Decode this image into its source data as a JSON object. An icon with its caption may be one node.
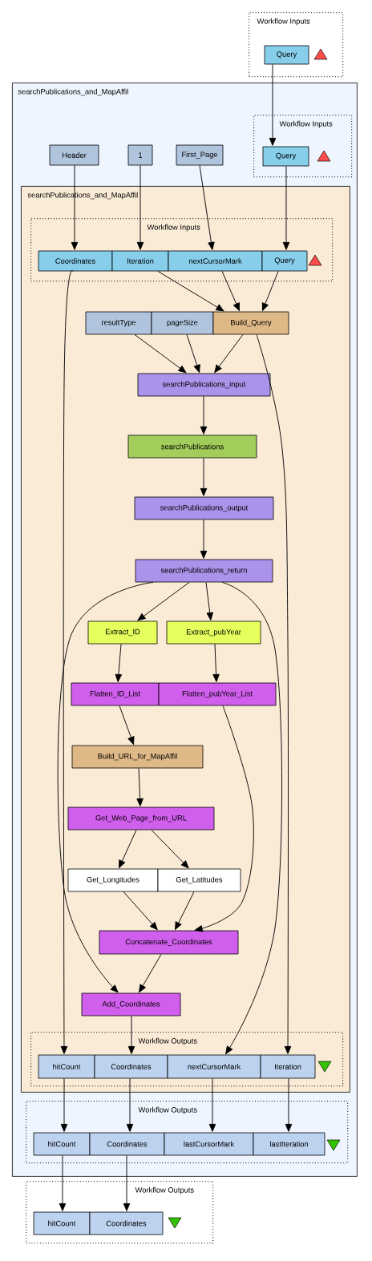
{
  "diagram": {
    "nodes": [
      {
        "text": [
          "Workflow Inputs"
        ]
      },
      {
        "text": [
          "Query"
        ],
        "in": 0
      },
      {
        "text": [
          "searchPublications_and_MapAffil"
        ]
      },
      {
        "text": [
          "Workflow Inputs"
        ],
        "in": 2
      },
      {
        "text": [
          "Query"
        ],
        "in": 3
      },
      {
        "text": [
          "Header"
        ],
        "in": 2
      },
      {
        "text": [
          "1"
        ],
        "in": 2
      },
      {
        "text": [
          "First_Page"
        ],
        "in": 2
      },
      {
        "text": [
          "searchPublications_and_MapAffil"
        ],
        "in": 2
      },
      {
        "text": [
          "Workflow Inputs"
        ],
        "in": 8
      },
      {
        "text": [
          "Coordinates"
        ],
        "in": 9
      },
      {
        "text": [
          "Iteration"
        ],
        "in": 9
      },
      {
        "text": [
          "nextCursorMark"
        ],
        "in": 9
      },
      {
        "text": [
          "Query"
        ],
        "in": 9
      },
      {
        "text": [
          "resultType"
        ],
        "in": 8
      },
      {
        "text": [
          "pageSize"
        ],
        "in": 8
      },
      {
        "text": [
          "Build_Query"
        ],
        "in": 8
      },
      {
        "text": [
          "searchPublications_input"
        ],
        "in": 8
      },
      {
        "text": [
          "searchPublications"
        ],
        "in": 8
      },
      {
        "text": [
          "searchPublications_output"
        ],
        "in": 8
      },
      {
        "text": [
          "searchPublications_return"
        ],
        "in": 8
      },
      {
        "text": [
          "Extract_ID"
        ],
        "in": 8
      },
      {
        "text": [
          "Extract_pubYear"
        ],
        "in": 8
      },
      {
        "text": [
          "Flatten_ID_List"
        ],
        "in": 8
      },
      {
        "text": [
          "Flatten_pubYear_List"
        ],
        "in": 8
      },
      {
        "text": [
          "Build_URL_for_MapAffil"
        ],
        "in": 8
      },
      {
        "text": [
          "Get_Web_Page_from_URL"
        ],
        "in": 8
      },
      {
        "text": [
          "Get_Longitudes"
        ],
        "in": 8
      },
      {
        "text": [
          "Get_Latitudes"
        ],
        "in": 8
      },
      {
        "text": [
          "Concatenate_Coordinates"
        ],
        "in": 8
      },
      {
        "text": [
          "Add_Coordinates"
        ],
        "in": 8
      },
      {
        "text": [
          "Workflow Outputs"
        ],
        "in": 8
      },
      {
        "text": [
          "hitCount"
        ],
        "in": 31
      },
      {
        "text": [
          "Coordinates"
        ],
        "in": 31
      },
      {
        "text": [
          "nextCursorMark"
        ],
        "in": 31
      },
      {
        "text": [
          "Iteration"
        ],
        "in": 31
      },
      {
        "text": [
          "Workflow Outputs"
        ],
        "in": 2
      },
      {
        "text": [
          "hitCount"
        ],
        "in": 36
      },
      {
        "text": [
          "Coordinates"
        ],
        "in": 36
      },
      {
        "text": [
          "lastCursorMark"
        ],
        "in": 36
      },
      {
        "text": [
          "lastIteration"
        ],
        "in": 36
      },
      {
        "text": [
          "Workflow Outputs"
        ]
      },
      {
        "text": [
          "hitCount"
        ],
        "in": 41
      },
      {
        "text": [
          "Coordinates"
        ],
        "in": 41
      }
    ],
    "edges": [
      {
        "from": 1,
        "to": 4,
        "arrow": "to"
      },
      {
        "from": 4,
        "to": 13,
        "arrow": "to"
      },
      {
        "from": 5,
        "to": 10,
        "arrow": "to"
      },
      {
        "from": 6,
        "to": 11,
        "arrow": "to"
      },
      {
        "from": 7,
        "to": 12,
        "arrow": "to"
      },
      {
        "from": 11,
        "to": 16,
        "arrow": "to"
      },
      {
        "from": 12,
        "to": 16,
        "arrow": "to"
      },
      {
        "from": 13,
        "to": 16,
        "arrow": "to"
      },
      {
        "from": 14,
        "to": 17,
        "arrow": "to"
      },
      {
        "from": 15,
        "to": 17,
        "arrow": "to"
      },
      {
        "from": 16,
        "to": 17,
        "arrow": "to"
      },
      {
        "from": 16,
        "to": 35,
        "arrow": "to"
      },
      {
        "from": 17,
        "to": 18,
        "arrow": "to"
      },
      {
        "from": 18,
        "to": 19,
        "arrow": "to"
      },
      {
        "from": 19,
        "to": 20,
        "arrow": "to"
      },
      {
        "from": 10,
        "to": 32,
        "arrow": "to"
      },
      {
        "from": 20,
        "to": 21,
        "arrow": "to"
      },
      {
        "from": 20,
        "to": 22,
        "arrow": "to"
      },
      {
        "from": 20,
        "to": 34,
        "arrow": "to"
      },
      {
        "from": 20,
        "to": 30,
        "arrow": "to"
      },
      {
        "from": 21,
        "to": 23,
        "arrow": "to"
      },
      {
        "from": 22,
        "to": 24,
        "arrow": "to"
      },
      {
        "from": 23,
        "to": 25,
        "arrow": "to"
      },
      {
        "from": 25,
        "to": 26,
        "arrow": "to"
      },
      {
        "from": 26,
        "to": 27,
        "arrow": "to"
      },
      {
        "from": 26,
        "to": 28,
        "arrow": "to"
      },
      {
        "from": 27,
        "to": 29,
        "arrow": "to"
      },
      {
        "from": 28,
        "to": 29,
        "arrow": "to"
      },
      {
        "from": 24,
        "to": 29,
        "arrow": "to"
      },
      {
        "from": 29,
        "to": 30,
        "arrow": "to"
      },
      {
        "from": 30,
        "to": 33,
        "arrow": "to"
      },
      {
        "from": 32,
        "to": 37,
        "arrow": "to"
      },
      {
        "from": 33,
        "to": 38,
        "arrow": "to"
      },
      {
        "from": 34,
        "to": 39,
        "arrow": "to"
      },
      {
        "from": 35,
        "to": 40,
        "arrow": "to"
      },
      {
        "from": 37,
        "to": 42,
        "arrow": "to"
      },
      {
        "from": 38,
        "to": 43,
        "arrow": "to"
      }
    ]
  }
}
